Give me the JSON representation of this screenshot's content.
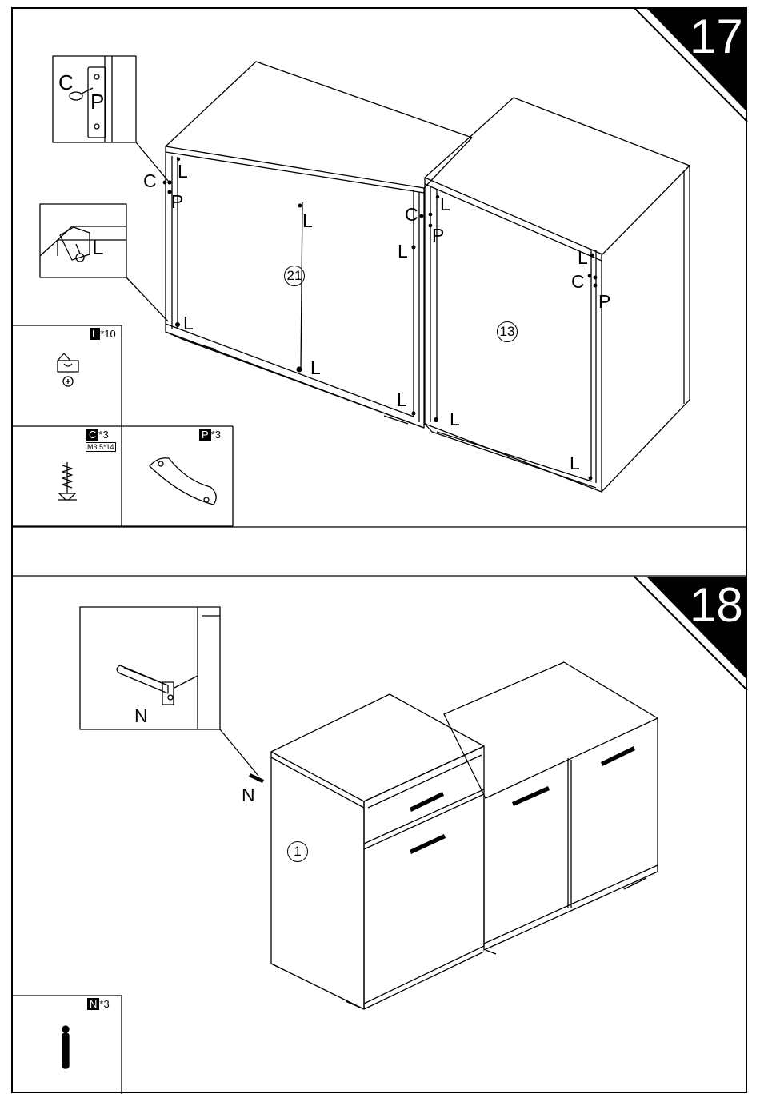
{
  "step17": {
    "number": "17",
    "parts": {
      "left_panel": "21",
      "cabinet": "13"
    },
    "labels": {
      "C": "C",
      "P": "P",
      "L": "L"
    },
    "hardware": [
      {
        "code": "L",
        "qty": "*10"
      },
      {
        "code": "C",
        "qty": "*3",
        "spec": "M3.5*14"
      },
      {
        "code": "P",
        "qty": "*3"
      }
    ]
  },
  "step18": {
    "number": "18",
    "parts": {
      "cabinet": "1"
    },
    "labels": {
      "N": "N"
    },
    "hardware": [
      {
        "code": "N",
        "qty": "*3"
      }
    ]
  }
}
